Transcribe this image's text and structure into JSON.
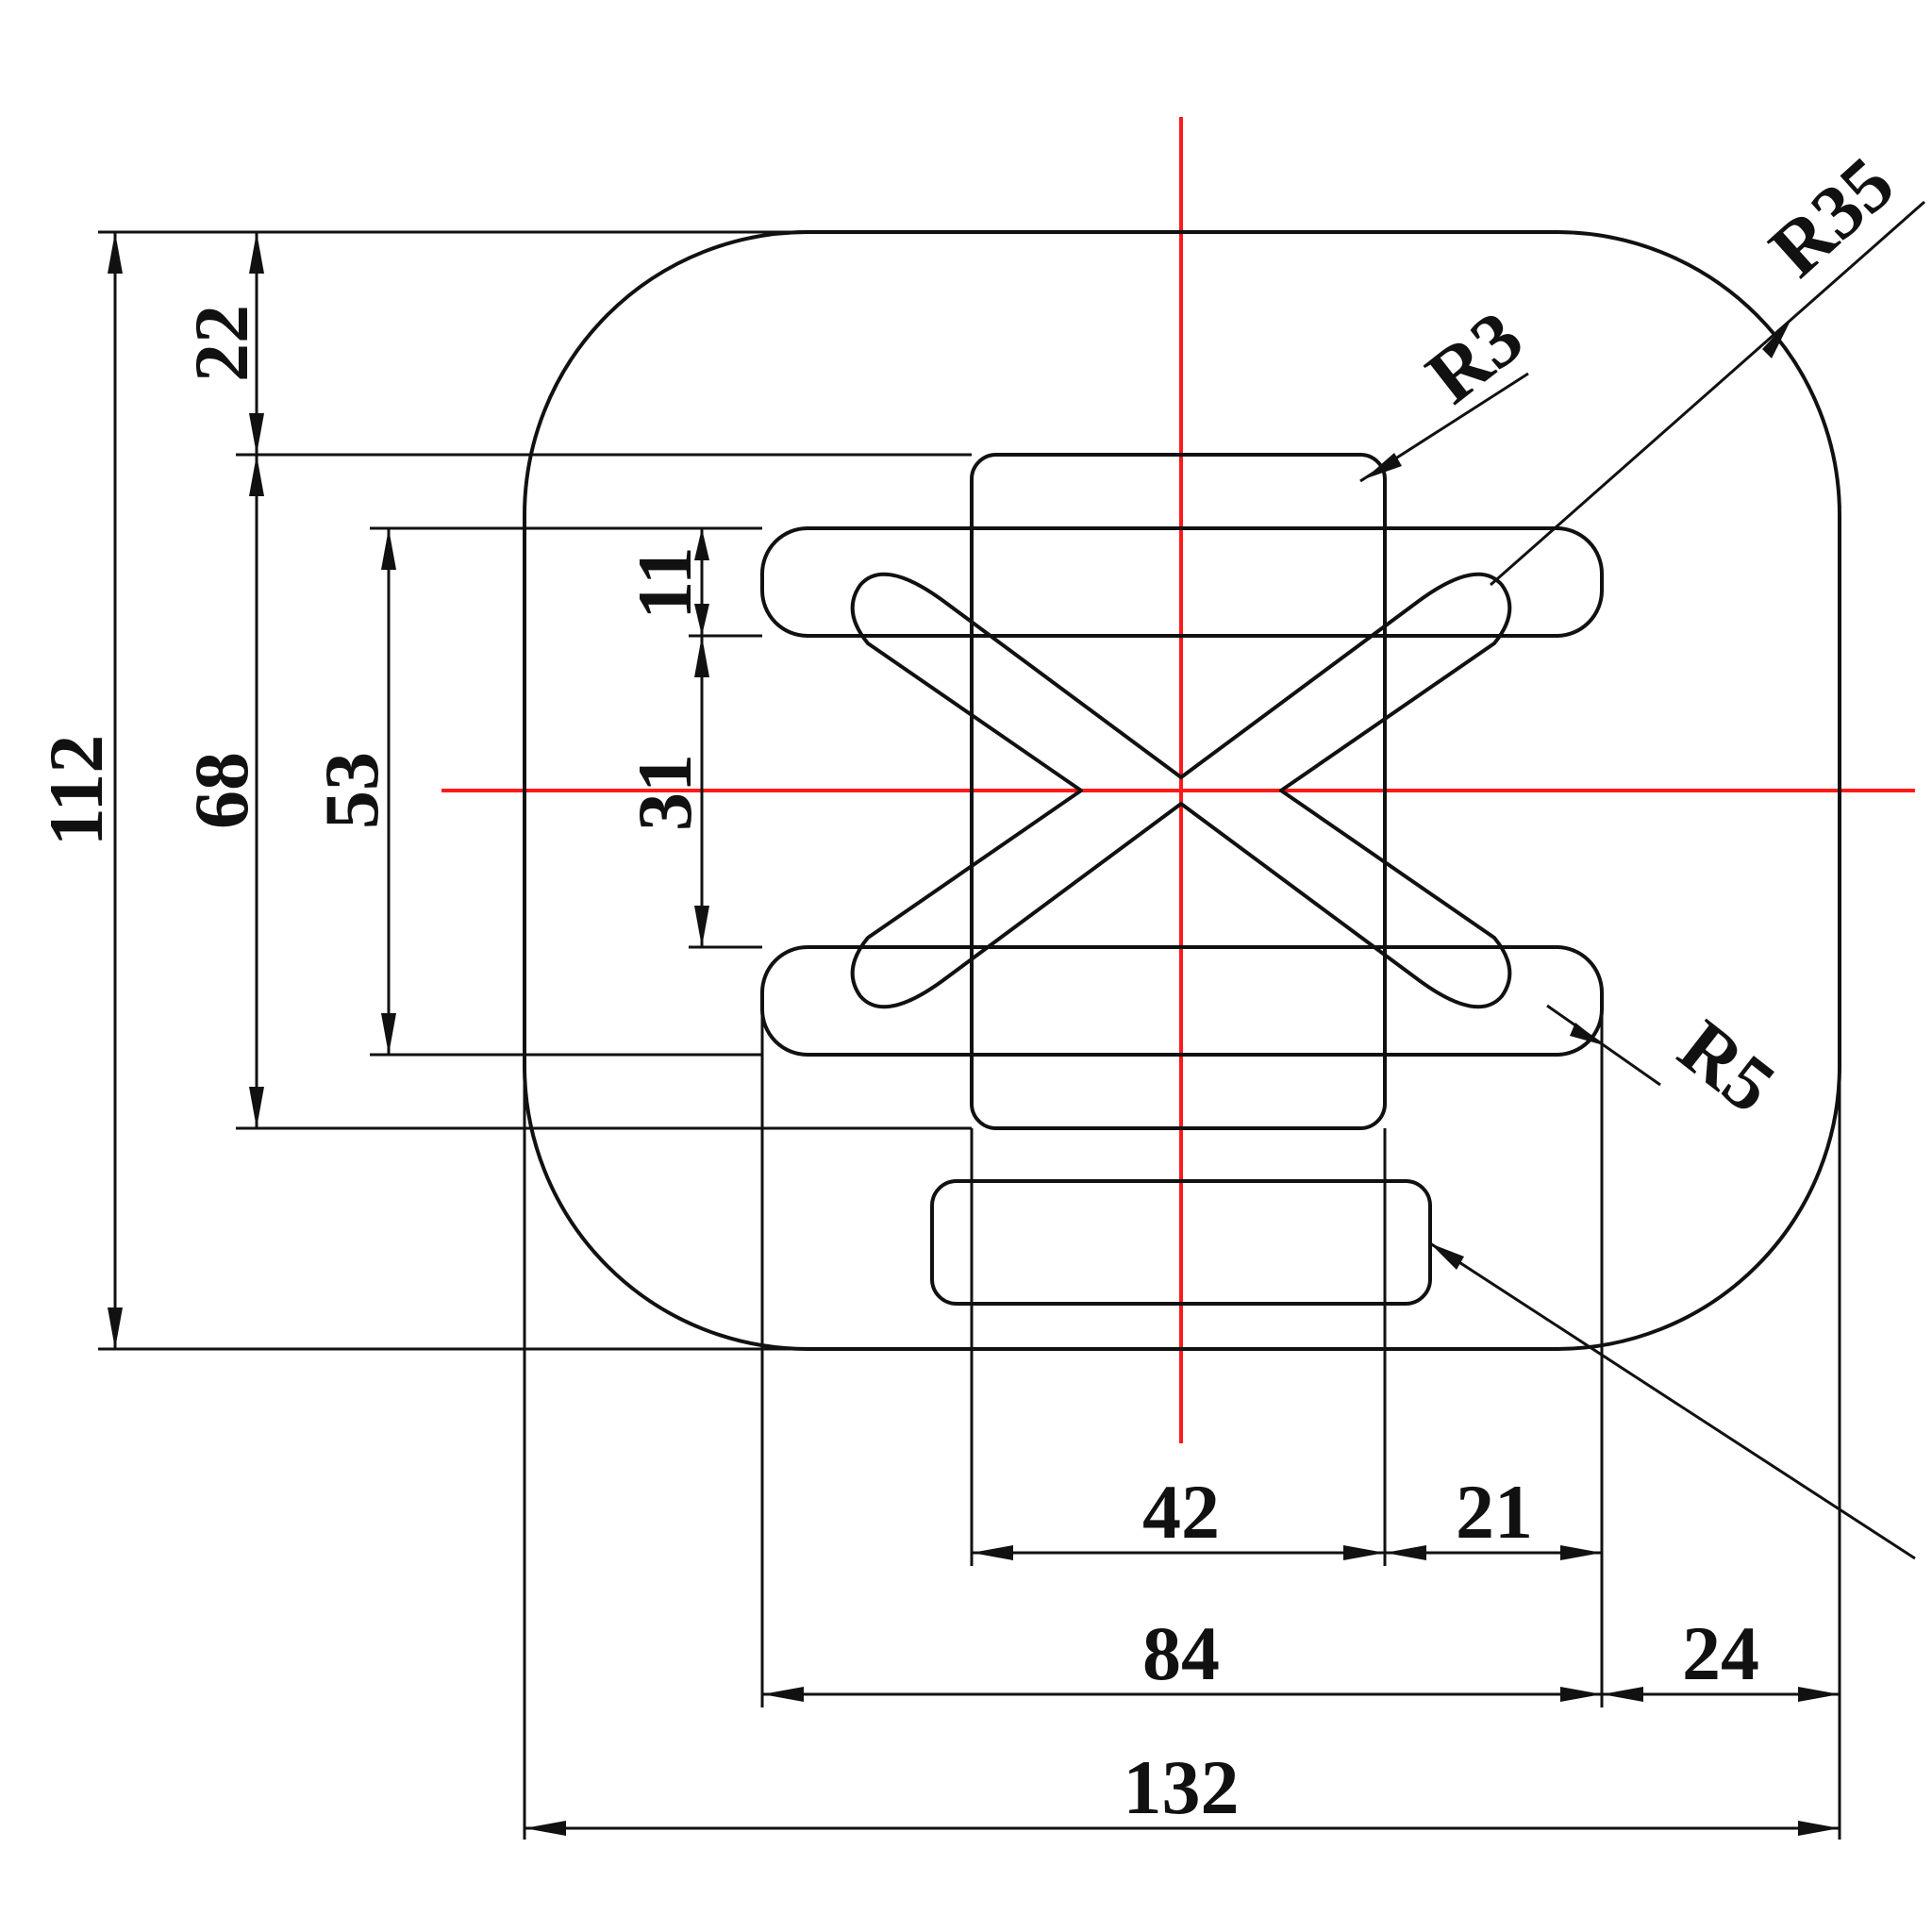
{
  "drawing": {
    "colors": {
      "line": "#111111",
      "centerline": "#ff1a1a",
      "background": "#ffffff"
    },
    "dimensions": {
      "overall_height": "112",
      "top_offset": "22",
      "inner_height": "68",
      "slot_span": "53",
      "slot_height": "11",
      "slot_gap": "31",
      "center_width": "42",
      "side_width": "21",
      "slot_width": "84",
      "side_margin": "24",
      "overall_width": "132",
      "radius_small": "R3",
      "radius_corner": "R35",
      "radius_slot": "R5"
    }
  }
}
